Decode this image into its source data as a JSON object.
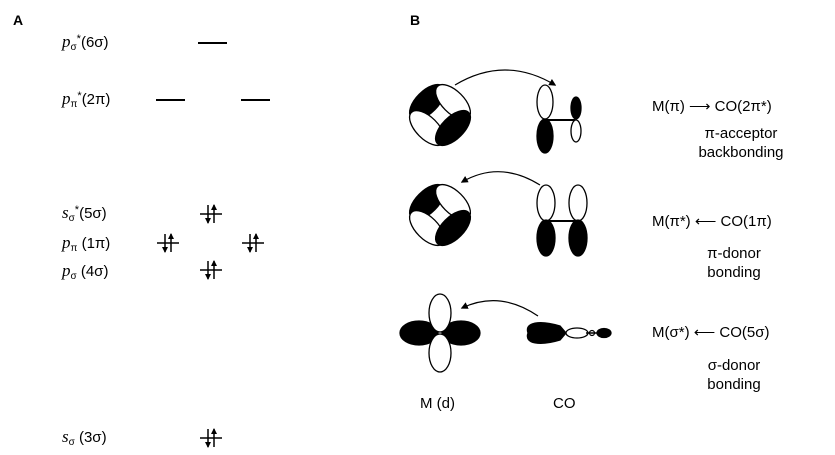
{
  "panel_a": {
    "label": "A",
    "levels": [
      {
        "orb": "p",
        "sub": "σ",
        "star": "*",
        "name": "(6σ)",
        "electrons": 0
      },
      {
        "orb": "p",
        "sub": "π",
        "star": "*",
        "name": "(2π)",
        "electrons": 0
      },
      {
        "orb": "s",
        "sub": "σ",
        "star": "*",
        "name": "(5σ)",
        "electrons": 2
      },
      {
        "orb": "p",
        "sub": "π",
        "star": "",
        "name": "(1π)",
        "electrons": 2
      },
      {
        "orb": "p",
        "sub": "σ",
        "star": "",
        "name": "(4σ)",
        "electrons": 2
      },
      {
        "orb": "s",
        "sub": "σ",
        "star": "",
        "name": "(3σ)",
        "electrons": 2
      }
    ]
  },
  "panel_b": {
    "label": "B",
    "interactions": [
      {
        "relation": "M(π) ⟶ CO(2π*)",
        "description": [
          "π-acceptor",
          "backbonding"
        ]
      },
      {
        "relation": "M(π*) ⟵ CO(1π)",
        "description": [
          "π-donor",
          "bonding"
        ]
      },
      {
        "relation": "M(σ*) ⟵ CO(5σ)",
        "description": [
          "σ-donor",
          "bonding"
        ]
      }
    ],
    "column_labels": {
      "metal": "M (d)",
      "ligand": "CO"
    }
  }
}
